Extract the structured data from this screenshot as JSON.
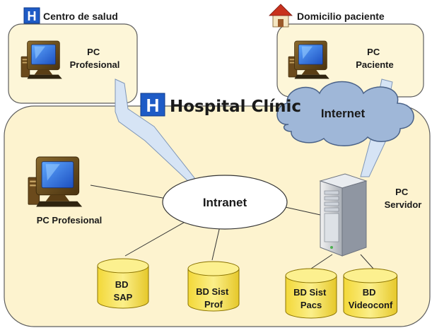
{
  "sites": {
    "health_center": "Centro de salud",
    "patient_home": "Domicilio paciente",
    "hospital": "Hospital Clínic"
  },
  "hospital_letter": "H",
  "networks": {
    "internet": "Internet",
    "intranet": "Intranet"
  },
  "computers": {
    "health_center_pc": [
      "PC",
      "Profesional"
    ],
    "patient_pc": [
      "PC",
      "Paciente"
    ],
    "hospital_pc": "PC Profesional",
    "server": [
      "PC",
      "Servidor"
    ]
  },
  "databases": {
    "sap": [
      "BD",
      "SAP"
    ],
    "sist_prof": [
      "BD Sist",
      "Prof"
    ],
    "sist_pacs": [
      "BD Sist",
      "Pacs"
    ],
    "videoconf": [
      "BD",
      "Videoconf"
    ]
  },
  "colors": {
    "site_fill": "#fdf6d8",
    "hospital_fill": "#fdf3cf",
    "cloud_fill": "#9fb7d8",
    "db_fill": "#f7e35a",
    "lightning": "#d6e4f5",
    "hospital_icon": "#1e5bc6"
  },
  "icons": {
    "hospital": "hospital-h-icon",
    "house": "house-icon",
    "computer": "desktop-computer-icon",
    "server": "server-tower-icon",
    "database": "database-cylinder-icon",
    "link": "wireless-link-icon"
  }
}
